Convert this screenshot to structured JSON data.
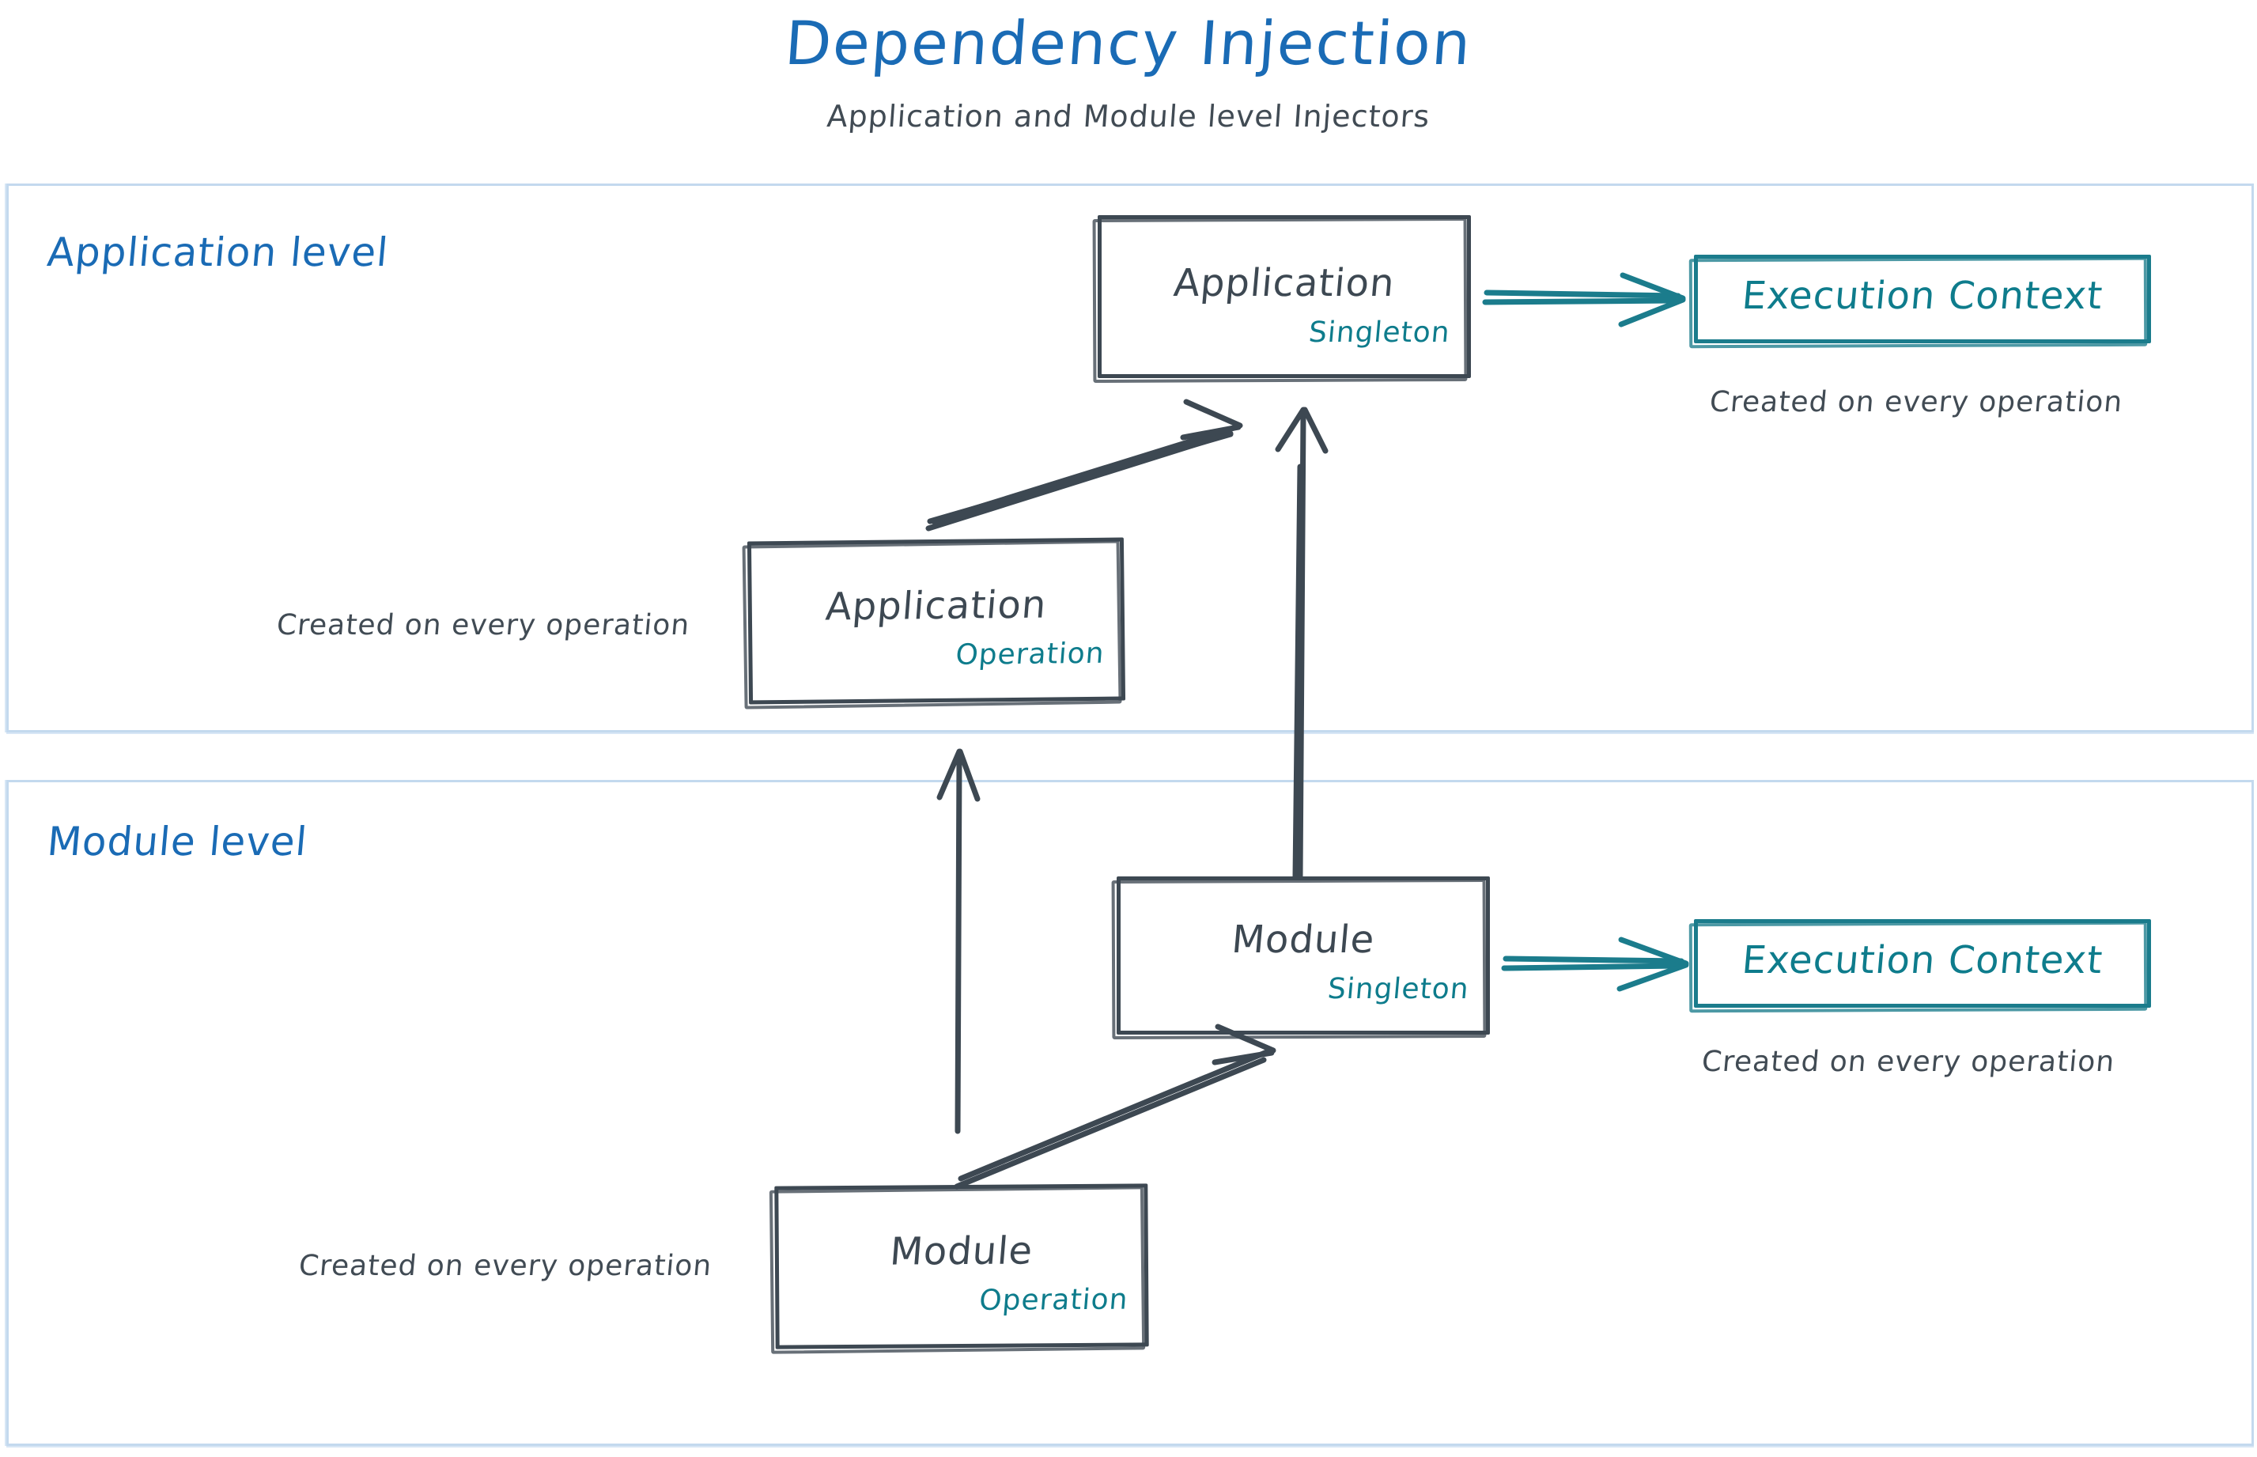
{
  "header": {
    "title": "Dependency Injection",
    "subtitle": "Application and Module level Injectors"
  },
  "colors": {
    "title_blue": "#1a6bb5",
    "level_label_blue": "#1a6bb5",
    "level_border_blue": "#c3d9ee",
    "node_border_dark": "#3d4852",
    "node_text_dark": "#3d4852",
    "scope_teal": "#0e7c8c",
    "exec_teal": "#1b7c8c",
    "caption_gray": "#414b54",
    "background": "#ffffff"
  },
  "levels": [
    {
      "id": "application",
      "label": "Application level"
    },
    {
      "id": "module",
      "label": "Module level"
    }
  ],
  "nodes": {
    "app_singleton": {
      "title": "Application",
      "scope": "Singleton"
    },
    "app_operation": {
      "title": "Application",
      "scope": "Operation"
    },
    "mod_singleton": {
      "title": "Module",
      "scope": "Singleton"
    },
    "mod_operation": {
      "title": "Module",
      "scope": "Operation"
    },
    "exec_context_app": {
      "title": "Execution Context"
    },
    "exec_context_mod": {
      "title": "Execution Context"
    }
  },
  "captions": {
    "exec_app": "Created on every operation",
    "exec_mod": "Created on every operation",
    "app_op": "Created on every operation",
    "mod_op": "Created on every operation"
  },
  "arrows": [
    {
      "id": "app-op-to-app-singleton",
      "from": "app_operation",
      "to": "app_singleton",
      "style": "double-line",
      "color": "#3d4852"
    },
    {
      "id": "mod-singleton-to-app-singleton",
      "from": "mod_singleton",
      "to": "app_singleton",
      "style": "double-line",
      "color": "#3d4852"
    },
    {
      "id": "mod-op-to-app-op",
      "from": "mod_operation",
      "to": "app_operation",
      "style": "single-line",
      "color": "#3d4852"
    },
    {
      "id": "mod-op-to-mod-singleton",
      "from": "mod_operation",
      "to": "mod_singleton",
      "style": "double-line",
      "color": "#3d4852"
    },
    {
      "id": "app-singleton-to-exec-context",
      "from": "app_singleton",
      "to": "exec_context_app",
      "style": "double-line",
      "color": "#1b7c8c"
    },
    {
      "id": "mod-singleton-to-exec-context",
      "from": "mod_singleton",
      "to": "exec_context_mod",
      "style": "double-line",
      "color": "#1b7c8c"
    }
  ]
}
